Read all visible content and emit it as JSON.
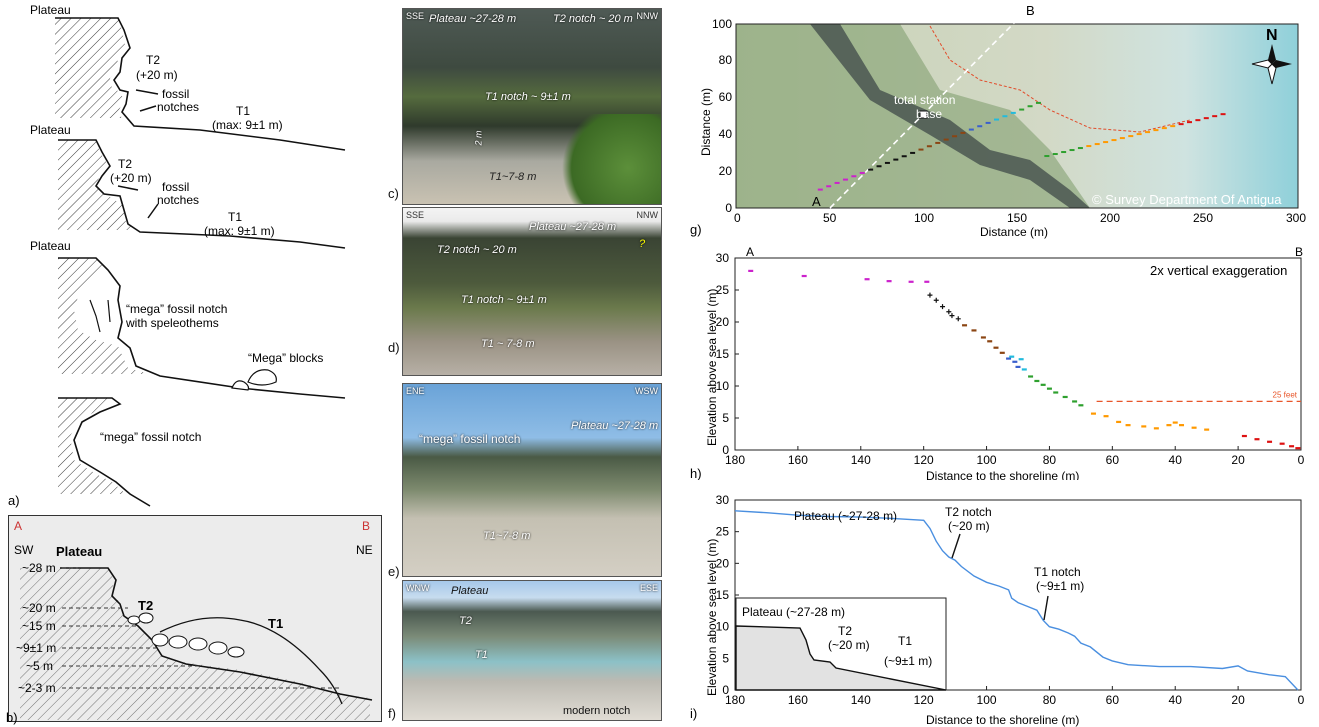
{
  "panel_a": {
    "letter": "a)",
    "s1": {
      "plateau": "Plateau",
      "t2": "T2",
      "t2_h": "(+20 m)",
      "fossil1": "fossil",
      "fossil2": "notches",
      "t1": "T1",
      "t1_h": "(max: 9±1 m)"
    },
    "s2": {
      "plateau": "Plateau",
      "t2": "T2",
      "t2_h": "(+20 m)",
      "fossil1": "fossil",
      "fossil2": "notches",
      "t1": "T1",
      "t1_h": "(max: 9±1 m)"
    },
    "s3": {
      "plateau": "Plateau",
      "mega1": "“mega” fossil notch",
      "mega2": "with speleothems",
      "blocks": "“Mega” blocks"
    },
    "s4": {
      "mega": "“mega” fossil notch"
    }
  },
  "panel_b": {
    "letter": "b)",
    "a": "A",
    "b": "B",
    "sw": "SW",
    "ne": "NE",
    "plateau": "Plateau",
    "t2": "T2",
    "t1": "T1",
    "levels": [
      "~28 m",
      "~20 m",
      "~15 m",
      "~9±1 m",
      "~5 m",
      "~2-3 m"
    ]
  },
  "panel_c": {
    "letter": "c)",
    "sse": "SSE",
    "nnw": "NNW",
    "plateau": "Plateau ~27-28 m",
    "t2": "T2 notch ~ 20 m",
    "t1notch": "T1 notch ~ 9±1 m",
    "scale": "2 m",
    "t1": "T1~7-8 m"
  },
  "panel_d": {
    "letter": "d)",
    "sse": "SSE",
    "nnw": "NNW",
    "plateau": "Plateau ~27-28 m",
    "t2": "T2 notch ~ 20 m",
    "q": "?",
    "t1notch": "T1 notch ~ 9±1 m",
    "t1": "T1 ~ 7-8 m"
  },
  "panel_e": {
    "letter": "e)",
    "ene": "ENE",
    "wsw": "WSW",
    "plateau": "Plateau ~27-28 m",
    "mega": "“mega” fossil notch",
    "t1": "T1~7-8 m"
  },
  "panel_f": {
    "letter": "f)",
    "wnw": "WNW",
    "ese": "ESE",
    "plateau": "Plateau",
    "t2": "T2",
    "t1": "T1",
    "modern": "modern notch"
  },
  "panel_g": {
    "letter": "g)",
    "ylabel": "Distance (m)",
    "xlabel": "Distance (m)",
    "xticks": [
      "0",
      "50",
      "100",
      "150",
      "200",
      "250",
      "300"
    ],
    "yticks": [
      "0",
      "20",
      "40",
      "60",
      "80",
      "100"
    ],
    "a": "A",
    "b": "B",
    "north": "N",
    "base1": "total station",
    "base2": "base",
    "credit": "© Survey Department Of Antigua"
  },
  "panel_h": {
    "letter": "h)",
    "a": "A",
    "b": "B",
    "note": "2x vertical exaggeration",
    "ref": "25 feet",
    "ylabel": "Elevation above sea level (m)",
    "xlabel": "Distance to the shoreline (m)",
    "xticks": [
      "180",
      "160",
      "140",
      "120",
      "100",
      "80",
      "60",
      "40",
      "20",
      "0"
    ],
    "yticks": [
      "0",
      "5",
      "10",
      "15",
      "20",
      "25",
      "30"
    ]
  },
  "panel_i": {
    "letter": "i)",
    "ylabel": "Elevation above sea level (m)",
    "xlabel": "Distance to the shoreline (m)",
    "xticks": [
      "180",
      "160",
      "140",
      "120",
      "100",
      "80",
      "60",
      "40",
      "20",
      "0"
    ],
    "yticks": [
      "0",
      "5",
      "10",
      "15",
      "20",
      "25",
      "30"
    ],
    "plateau": "Plateau (~27-28 m)",
    "t2a": "T2 notch",
    "t2b": "(~20 m)",
    "t1a": "T1 notch",
    "t1b": "(~9±1 m)",
    "inset_plateau": "Plateau (~27-28 m)",
    "inset_t2a": "T2",
    "inset_t2b": "(~20 m)",
    "inset_t1a": "T1",
    "inset_t1b": "(~9±1 m)"
  },
  "chart_data": [
    {
      "type": "scatter",
      "panel": "h",
      "xlabel": "Distance to the shoreline (m)",
      "ylabel": "Elevation above sea level (m)",
      "xlim": [
        180,
        0
      ],
      "ylim": [
        0,
        30
      ],
      "reference_line": {
        "label": "25 feet",
        "y": 7.6,
        "x_from": 65,
        "x_to": 0,
        "color": "#e8562a"
      },
      "series": [
        {
          "color": "#cc22cc",
          "points": [
            [
              175,
              28
            ],
            [
              158,
              27.2
            ],
            [
              138,
              26.7
            ],
            [
              131,
              26.4
            ],
            [
              124,
              26.3
            ],
            [
              119,
              26.3
            ]
          ]
        },
        {
          "color": "#111111",
          "points": [
            [
              118,
              24.2
            ],
            [
              116,
              23.4
            ],
            [
              114,
              22.4
            ],
            [
              112,
              21.6
            ],
            [
              111,
              21.0
            ],
            [
              109,
              20.5
            ]
          ]
        },
        {
          "color": "#8b4513",
          "points": [
            [
              107,
              19.5
            ],
            [
              104,
              18.7
            ],
            [
              101,
              17.6
            ],
            [
              99,
              17.0
            ],
            [
              97,
              16.0
            ],
            [
              95,
              15.2
            ]
          ]
        },
        {
          "color": "#3a5fcd",
          "points": [
            [
              93,
              14.3
            ],
            [
              91,
              13.8
            ],
            [
              90,
              13.0
            ]
          ]
        },
        {
          "color": "#22bbdd",
          "points": [
            [
              92,
              14.6
            ],
            [
              89,
              14.2
            ],
            [
              88,
              12.6
            ]
          ]
        },
        {
          "color": "#2ea02e",
          "points": [
            [
              86,
              11.5
            ],
            [
              84,
              10.8
            ],
            [
              82,
              10.2
            ],
            [
              80,
              9.6
            ],
            [
              78,
              9.0
            ],
            [
              75,
              8.3
            ],
            [
              72,
              7.6
            ],
            [
              70,
              7.0
            ]
          ]
        },
        {
          "color": "#ff9900",
          "points": [
            [
              66,
              5.7
            ],
            [
              62,
              5.3
            ],
            [
              58,
              4.4
            ],
            [
              55,
              3.9
            ],
            [
              50,
              3.7
            ],
            [
              46,
              3.4
            ],
            [
              42,
              3.9
            ],
            [
              40,
              4.3
            ],
            [
              38,
              3.9
            ],
            [
              34,
              3.5
            ],
            [
              30,
              3.2
            ]
          ]
        },
        {
          "color": "#dd1111",
          "points": [
            [
              18,
              2.2
            ],
            [
              14,
              1.7
            ],
            [
              10,
              1.3
            ],
            [
              6,
              1.0
            ],
            [
              3,
              0.6
            ],
            [
              1,
              0.3
            ]
          ]
        }
      ]
    },
    {
      "type": "line",
      "panel": "i",
      "xlabel": "Distance to the shoreline (m)",
      "ylabel": "Elevation above sea level (m)",
      "xlim": [
        180,
        0
      ],
      "ylim": [
        0,
        30
      ],
      "series": [
        {
          "color": "#4a8fe0",
          "x": [
            180,
            170,
            160,
            150,
            140,
            130,
            120,
            118,
            116,
            114,
            112,
            110,
            108,
            104,
            100,
            96,
            93,
            92,
            90,
            87,
            84,
            82,
            80,
            77,
            74,
            72,
            70,
            67,
            63,
            60,
            55,
            45,
            35,
            25,
            20,
            17,
            10,
            5,
            1
          ],
          "y": [
            28.3,
            28.0,
            27.6,
            27.4,
            27.3,
            27.1,
            26.8,
            25.5,
            23.5,
            22,
            21,
            20.5,
            19.5,
            18,
            17,
            16.4,
            15.8,
            14.5,
            13.8,
            13.2,
            12.6,
            11,
            10,
            9.6,
            9.0,
            8.5,
            7.4,
            6.8,
            5.2,
            4.6,
            4.0,
            3.7,
            3.7,
            3.4,
            3.8,
            3.0,
            2.4,
            2.1,
            0
          ]
        }
      ]
    }
  ]
}
